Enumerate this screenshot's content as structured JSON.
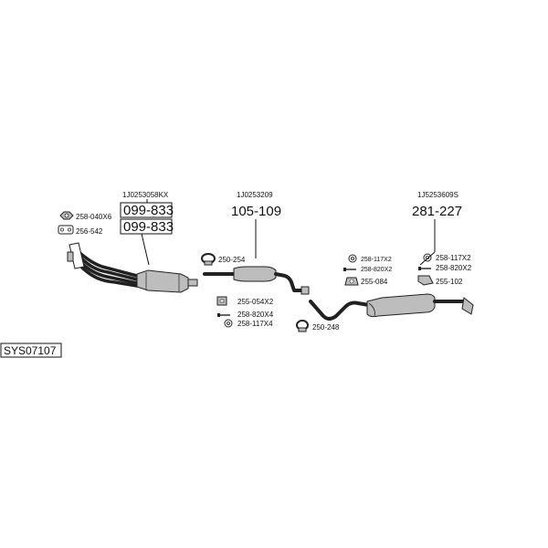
{
  "system": {
    "code": "SYS07107"
  },
  "groups": [
    {
      "part_no": "1J0253058KX",
      "callouts": [
        "099-833",
        "099-833"
      ]
    },
    {
      "part_no": "1J0253209",
      "callout": "105-109"
    },
    {
      "part_no": "1J5253609S",
      "callout": "281-227"
    }
  ],
  "small_parts": {
    "p1": "258-040X6",
    "p2": "256-542",
    "p3": "250-254",
    "p4": "255-054X2",
    "p5": "258-820X4",
    "p6": "258-117X4",
    "p7": "250-248",
    "p8": "258-117X2",
    "p9": "258-820X2",
    "p10": "255-084",
    "p11": "258-117X2",
    "p12": "258-820X2",
    "p13": "255-102"
  }
}
